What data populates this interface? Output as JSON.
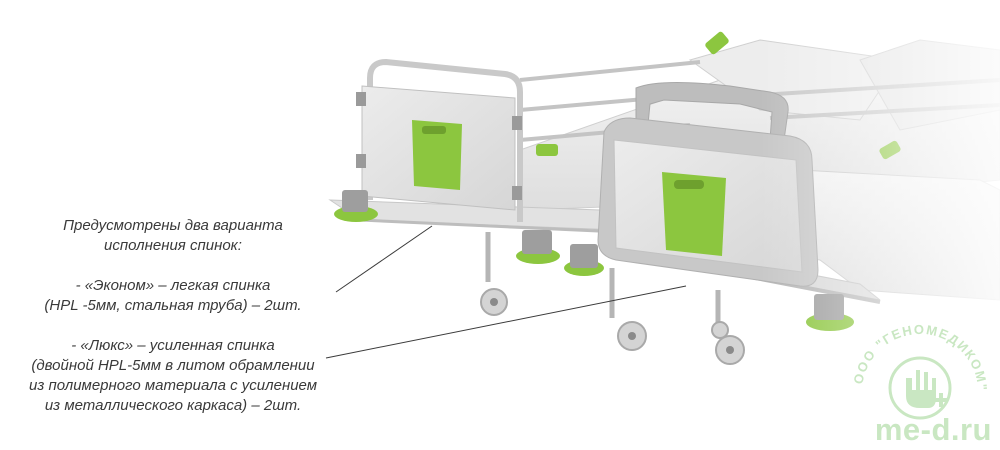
{
  "caption": {
    "line1": "Предусмотрены два варианта",
    "line2": "исполнения спинок:",
    "econom_line1": "- «Эконом» – легкая спинка",
    "econom_line2": "(HPL -5мм, стальная труба) – 2шт.",
    "lux_line1": "- «Люкс» – усиленная спинка",
    "lux_line2": "(двойной HPL-5мм в литом обрамлении",
    "lux_line3": "из полимерного материала с усилением",
    "lux_line4": "из металлического каркаса) – 2шт."
  },
  "watermark": {
    "seal_text": "ООО \"ГЕНОМЕДИКОМ\"",
    "domain": "me-d.ru"
  },
  "colors": {
    "accent_green": "#8cc63f",
    "panel_grey": "#dcdcdc",
    "frame_grey": "#c8c8c8",
    "text": "#3a3a3a",
    "watermark_green": "#c9e7c2"
  },
  "icons": [
    "bed-illustration",
    "headboard-econom",
    "headboard-lux",
    "logo-seal"
  ]
}
